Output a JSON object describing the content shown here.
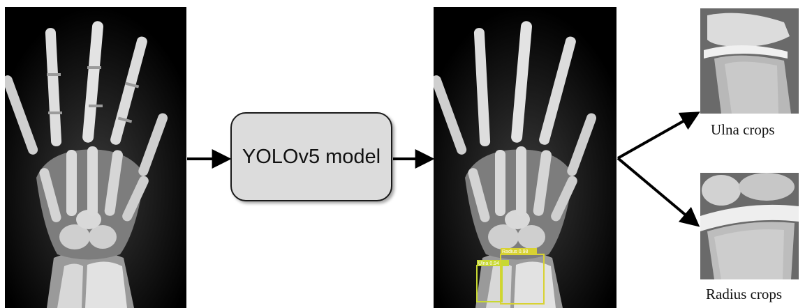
{
  "model": {
    "label": "YOLOv5 model"
  },
  "detections": [
    {
      "label": "Ulna 0.94",
      "color": "#c8d832"
    },
    {
      "label": "Radius 0.98",
      "color": "#d8d232"
    }
  ],
  "crops": {
    "ulna_caption": "Ulna crops",
    "radius_caption": "Radius crops"
  }
}
